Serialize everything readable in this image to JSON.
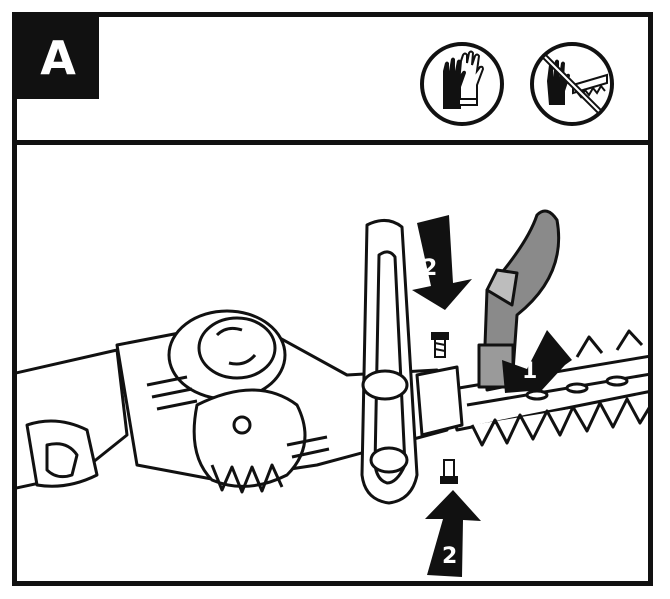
{
  "panel": {
    "label": "A"
  },
  "header_icons": [
    {
      "name": "wear-gloves-icon"
    },
    {
      "name": "no-bare-hands-on-blade-icon"
    }
  ],
  "callouts": {
    "step_1": "1",
    "step_2_top": "2",
    "step_2_bottom": "2"
  },
  "colors": {
    "ink": "#111111",
    "guard_fill": "#8a8a8a",
    "background": "#ffffff"
  }
}
